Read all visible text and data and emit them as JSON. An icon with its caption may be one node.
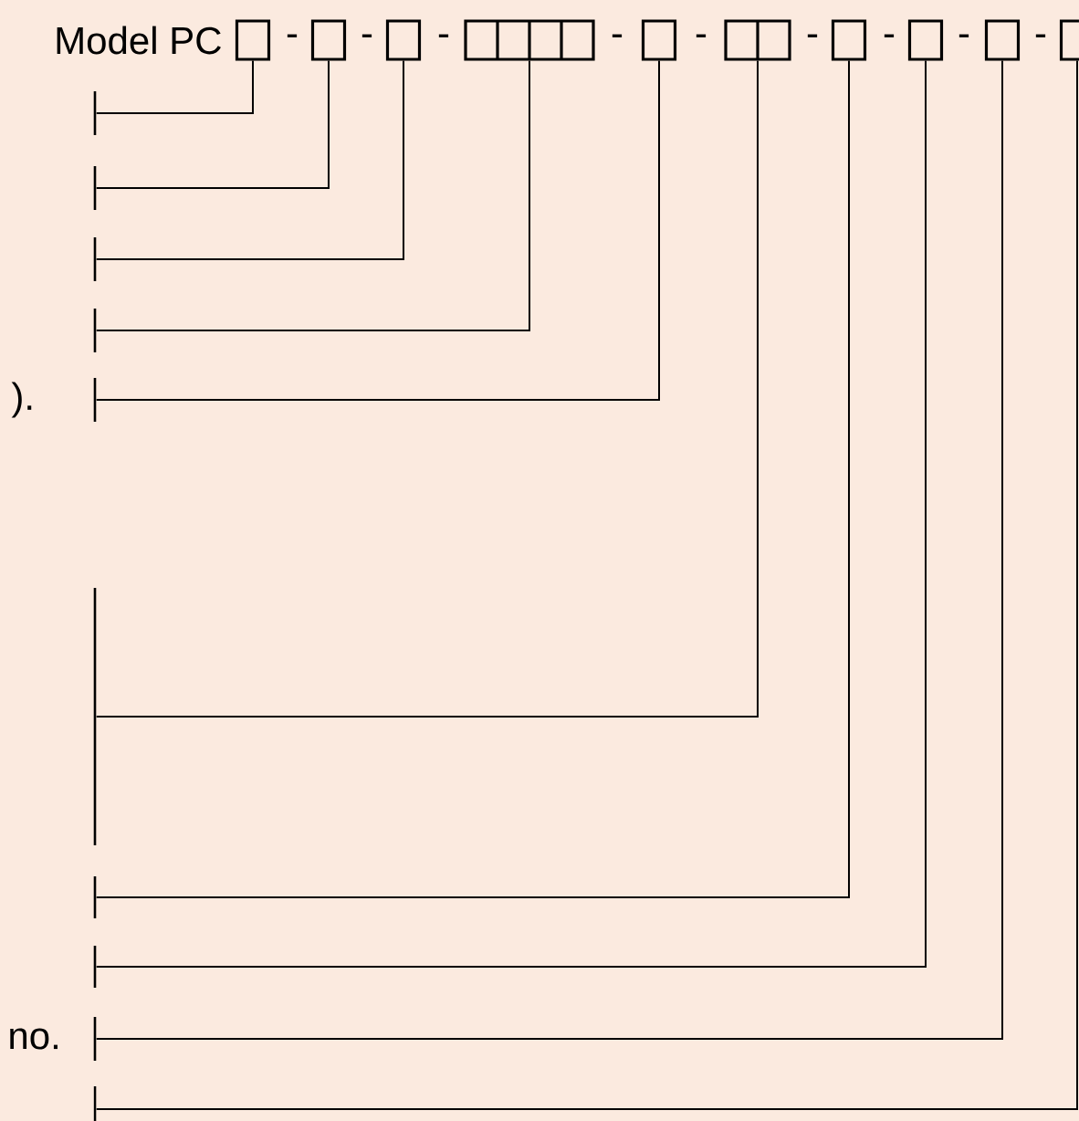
{
  "diagram": {
    "nodes": [
      {
        "text": [],
        "shape": "box"
      },
      {
        "text": [],
        "shape": "box"
      },
      {
        "text": [],
        "shape": "box"
      },
      {
        "text": [],
        "shape": "box"
      },
      {
        "text": [],
        "shape": "box"
      },
      {
        "text": [],
        "shape": "box"
      },
      {
        "text": [],
        "shape": "box"
      },
      {
        "text": [],
        "shape": "box"
      },
      {
        "text": [],
        "shape": "box"
      },
      {
        "text": [],
        "shape": "box"
      },
      {
        "text": [],
        "shape": "bar"
      },
      {
        "text": [],
        "shape": "bar"
      },
      {
        "text": [],
        "shape": "bar"
      },
      {
        "text": [],
        "shape": "bar"
      },
      {
        "text": [],
        "shape": "bar"
      },
      {
        "text": [],
        "shape": "bar"
      },
      {
        "text": [],
        "shape": "bar"
      },
      {
        "text": [],
        "shape": "bar"
      },
      {
        "text": [],
        "shape": "bar"
      },
      {
        "text": [],
        "shape": "bar"
      }
    ],
    "edges": [
      {
        "from": 0,
        "to": 10,
        "arrow": "none"
      },
      {
        "from": 1,
        "to": 11,
        "arrow": "none"
      },
      {
        "from": 2,
        "to": 12,
        "arrow": "none"
      },
      {
        "from": 3,
        "to": 13,
        "arrow": "none"
      },
      {
        "from": 4,
        "to": 14,
        "arrow": "none"
      },
      {
        "from": 5,
        "to": 15,
        "arrow": "none"
      },
      {
        "from": 6,
        "to": 16,
        "arrow": "none"
      },
      {
        "from": 7,
        "to": 17,
        "arrow": "none"
      },
      {
        "from": 8,
        "to": 18,
        "arrow": "none"
      },
      {
        "from": 9,
        "to": 19,
        "arrow": "none"
      }
    ],
    "labels": [
      "Model PC",
      "-",
      "-",
      "-",
      "-",
      "-",
      "-",
      "-",
      "-",
      "-",
      ").",
      "no."
    ]
  }
}
